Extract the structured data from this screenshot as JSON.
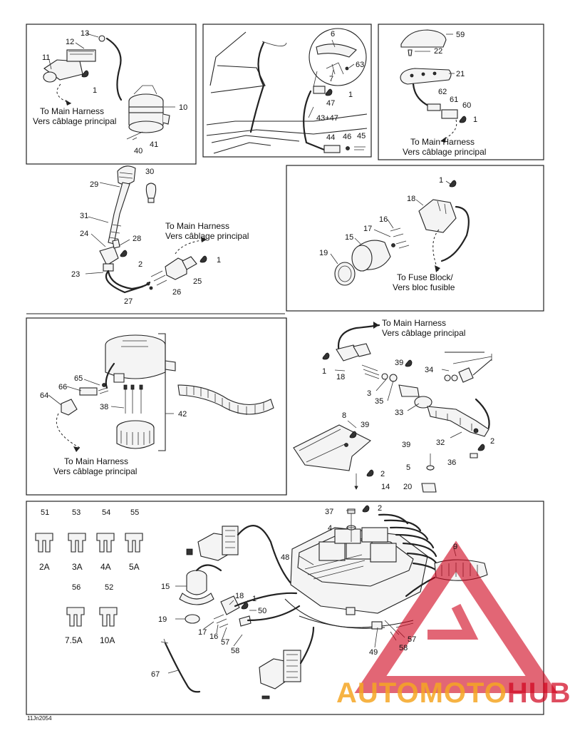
{
  "diagram_code": "11Jn2054",
  "watermark": {
    "part1": "AUTO",
    "part2": "MOTO",
    "part3": "HUB",
    "color1": "#f5a623",
    "color2": "#d0021b"
  },
  "labels": {
    "to_main_en": "To Main Harness",
    "to_main_fr": "Vers câblage principal",
    "to_fuse_en": "To Fuse Block/",
    "to_fuse_fr": "Vers bloc fusible",
    "combo": "43+47"
  },
  "fuses": [
    {
      "num": "51",
      "amp": "2A"
    },
    {
      "num": "53",
      "amp": "3A"
    },
    {
      "num": "54",
      "amp": "4A"
    },
    {
      "num": "55",
      "amp": "5A"
    },
    {
      "num": "56",
      "amp": "7.5A"
    },
    {
      "num": "52",
      "amp": "10A"
    }
  ],
  "part_numbers": {
    "p1a": "1",
    "p11": "11",
    "p12": "12",
    "p13": "13",
    "p10": "10",
    "p40": "40",
    "p41": "41",
    "p6": "6",
    "p63": "63",
    "p7": "7",
    "p47": "47",
    "p1b": "1",
    "p44": "44",
    "p46": "46",
    "p45": "45",
    "p59": "59",
    "p22": "22",
    "p21": "21",
    "p62": "62",
    "p61": "61",
    "p60": "60",
    "p1c": "1",
    "p30": "30",
    "p29": "29",
    "p31": "31",
    "p24": "24",
    "p28": "28",
    "p2a": "2",
    "p1d": "1",
    "p25": "25",
    "p26": "26",
    "p23": "23",
    "p27": "27",
    "p1e": "1",
    "p18a": "18",
    "p16a": "16",
    "p17a": "17",
    "p15a": "15",
    "p19a": "19",
    "p65": "65",
    "p66": "66",
    "p64": "64",
    "p38": "38",
    "p42": "42",
    "p1f": "1",
    "p18b": "18",
    "p3": "3",
    "p35": "35",
    "p39a": "39",
    "p33": "33",
    "p34": "34",
    "p8": "8",
    "p39b": "39",
    "p2b": "2",
    "p14": "14",
    "p39c": "39",
    "p5": "5",
    "p20": "20",
    "p32": "32",
    "p2c": "2",
    "p36": "36",
    "p37": "37",
    "p2d": "2",
    "p4": "4",
    "p48": "48",
    "p9": "9",
    "p15b": "15",
    "p18c": "18",
    "p1g": "1",
    "p50": "50",
    "p19b": "19",
    "p17b": "17",
    "p16b": "16",
    "p57a": "57",
    "p58a": "58",
    "p49": "49",
    "p58b": "58",
    "p57b": "57",
    "p67": "67"
  }
}
